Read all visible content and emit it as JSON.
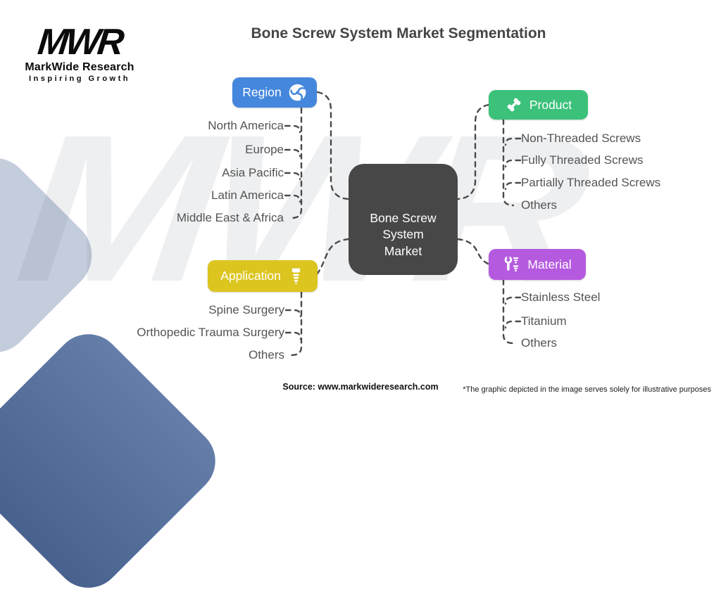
{
  "page": {
    "title": "Bone Screw System Market Segmentation",
    "source": "Source: www.markwideresearch.com",
    "disclaimer": "*The graphic depicted in the image serves solely for illustrative purposes",
    "watermark": "MWR",
    "background_color": "#ffffff"
  },
  "logo": {
    "monogram": "MWR",
    "name": "MarkWide Research",
    "tagline": "Inspiring Growth"
  },
  "center": {
    "label": "Bone Screw System Market",
    "lines": [
      "Bone Screw",
      "System",
      "Market"
    ],
    "color": "#474747"
  },
  "branches": [
    {
      "id": "region",
      "label": "Region",
      "color": "#4587DC",
      "icon": "globe-icon",
      "items": [
        "North America",
        "Europe",
        "Asia Pacific",
        "Latin America",
        "Middle East & Africa"
      ]
    },
    {
      "id": "product",
      "label": "Product",
      "color": "#3CC17B",
      "icon": "bone-icon",
      "items": [
        "Non-Threaded Screws",
        "Fully Threaded Screws",
        "Partially Threaded Screws",
        "Others"
      ]
    },
    {
      "id": "application",
      "label": "Application",
      "color": "#DCC51F",
      "icon": "implant-screw-icon",
      "items": [
        "Spine Surgery",
        "Orthopedic Trauma Surgery",
        "Others"
      ]
    },
    {
      "id": "material",
      "label": "Material",
      "color": "#B55ADF",
      "icon": "wrench-screws-icon",
      "items": [
        "Stainless Steel",
        "Titanium",
        "Others"
      ]
    }
  ],
  "deco": {
    "light_shape_color": "#C3CDDC",
    "dark_shape_color": "#5B76A2",
    "line_color": "#4a4a4a"
  }
}
